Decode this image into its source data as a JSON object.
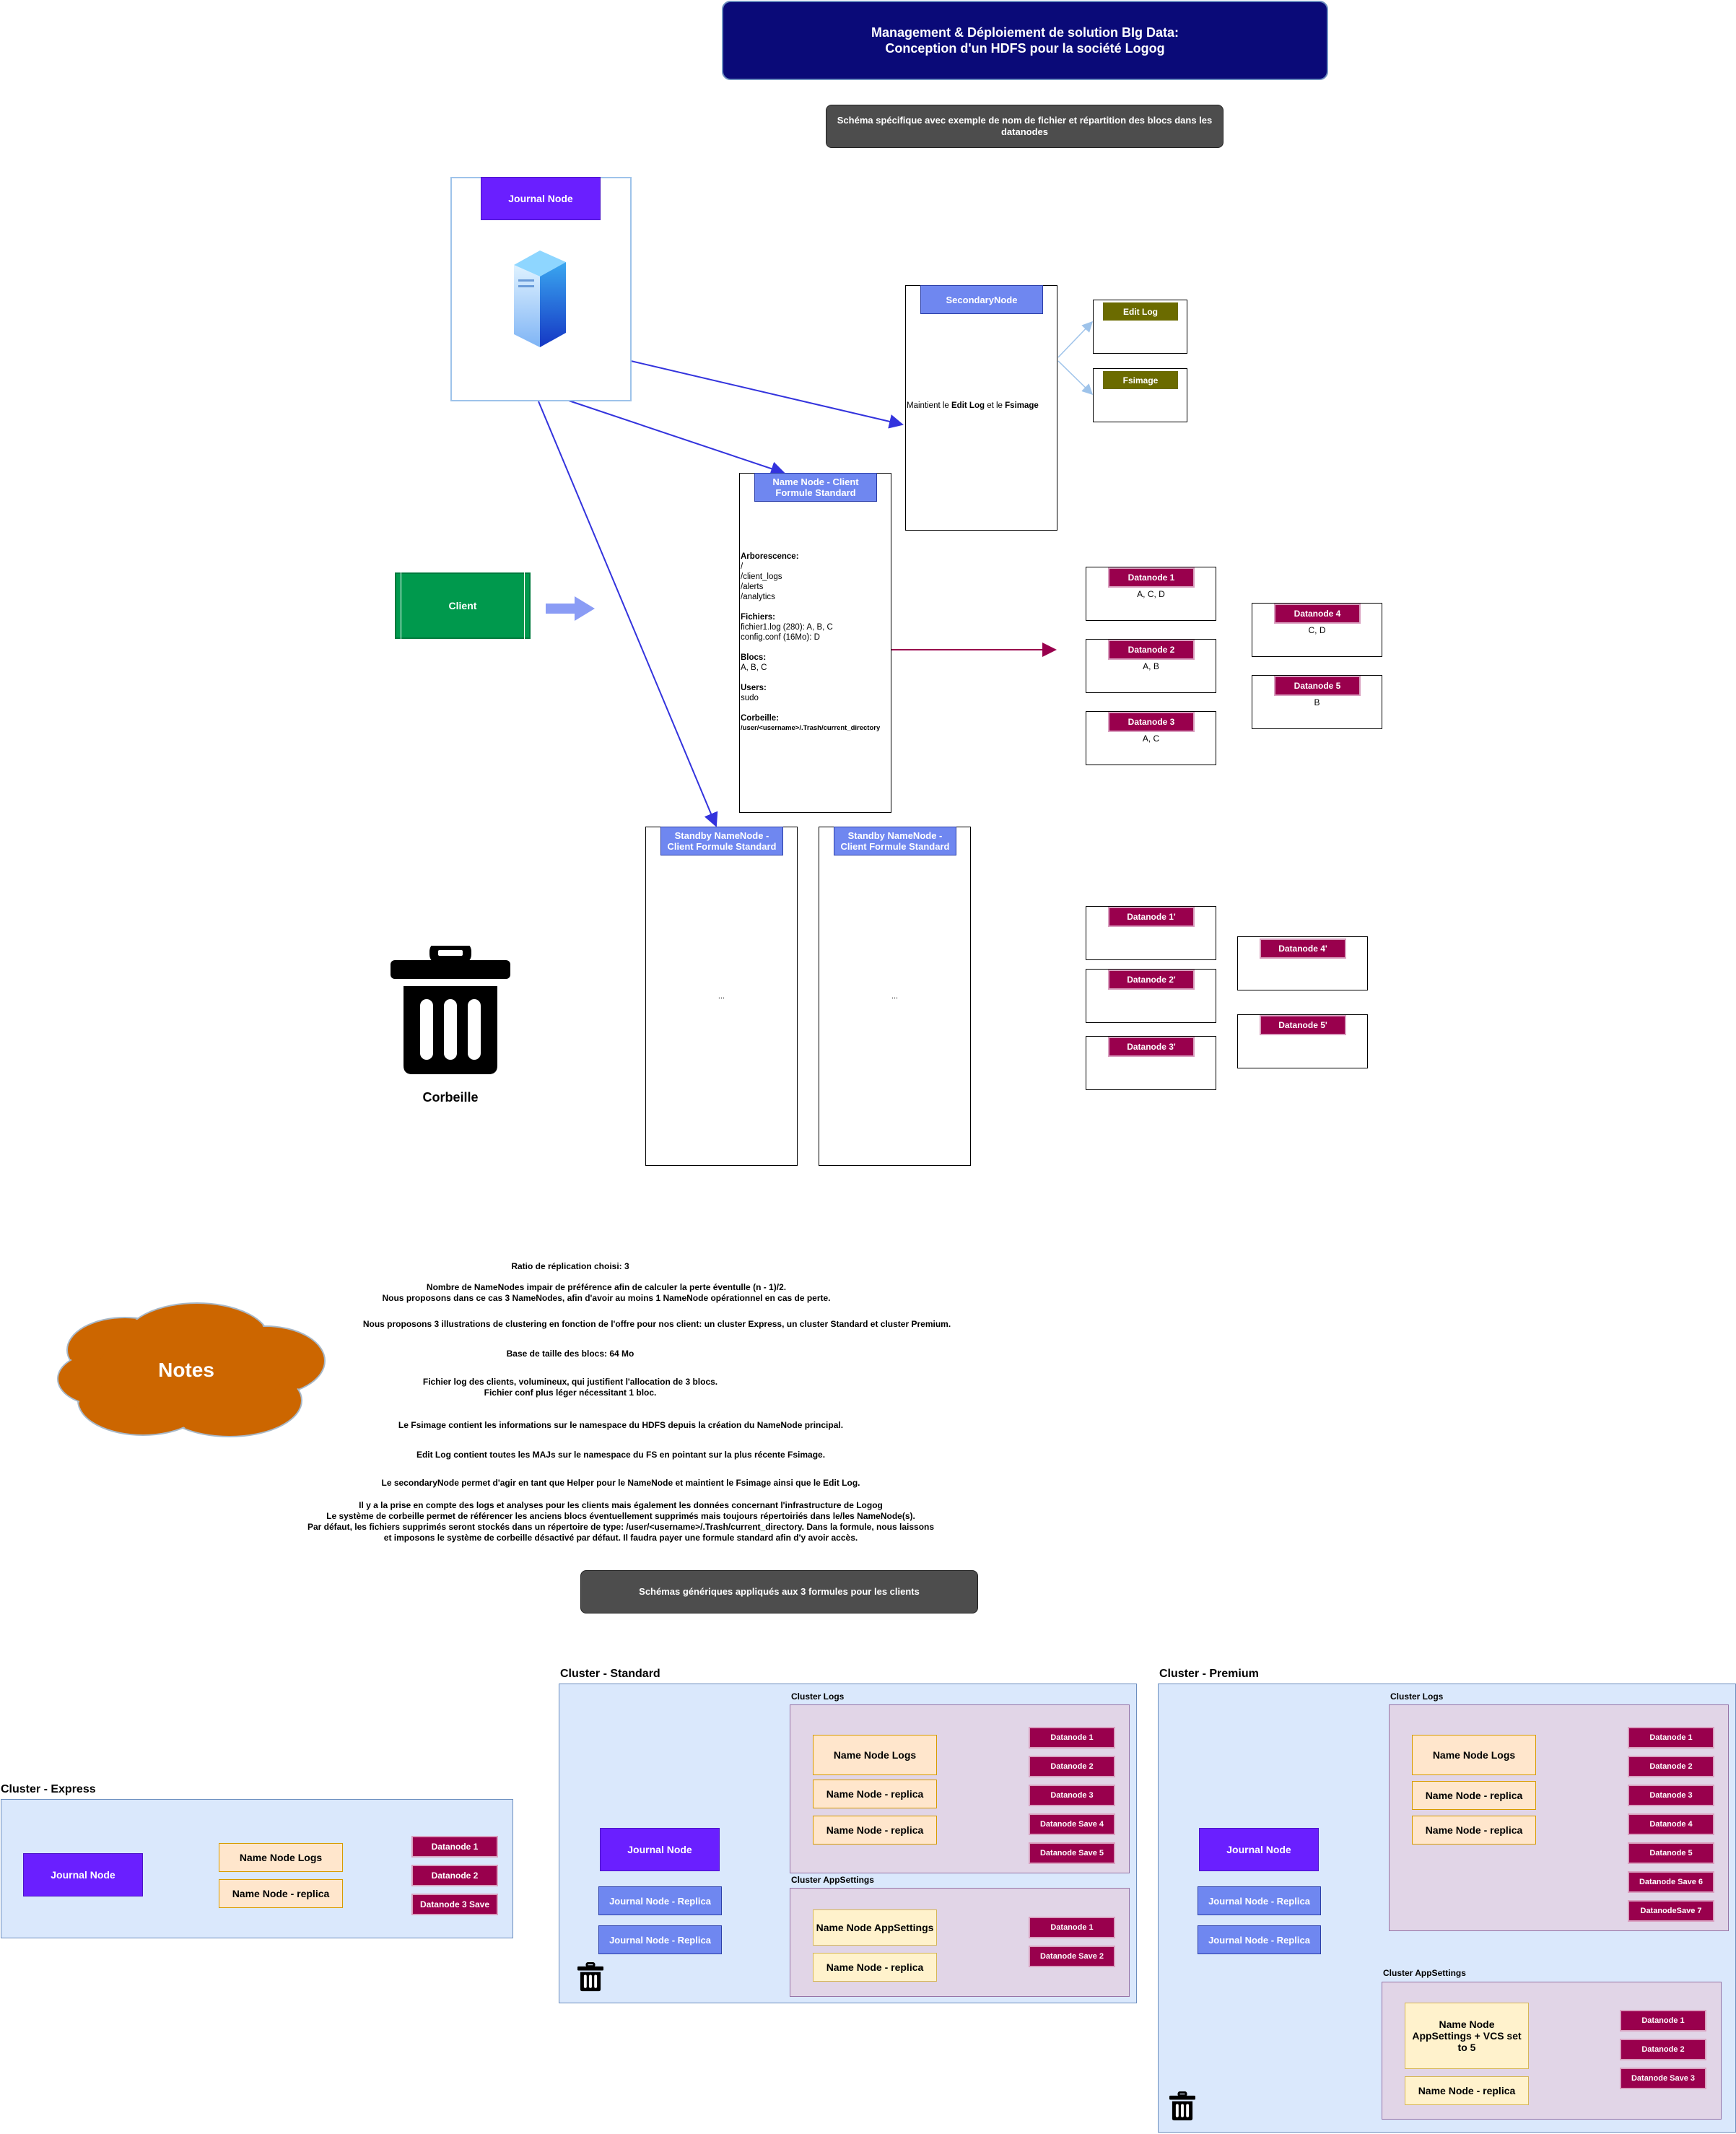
{
  "header": {
    "title_line1": "Management & Déploiement de solution BIg Data:",
    "title_line2": "Conception d'un HDFS pour la société Logog",
    "subtitle": "Schéma spécifique avec exemple de nom de fichier et répartition des blocs dans les datanodes"
  },
  "journal_node": {
    "label": "Journal Node",
    "icon": "server-icon"
  },
  "client": {
    "label": "Client"
  },
  "secondary_node": {
    "label": "SecondaryNode",
    "desc_pre": "Maintient le ",
    "desc_b1": "Edit Log",
    "desc_mid": " et le ",
    "desc_b2": "Fsimage"
  },
  "edit_log": {
    "label": "Edit Log"
  },
  "fsimage": {
    "label": "Fsimage"
  },
  "name_node": {
    "label": "Name Node - Client Formule Standard",
    "arbo_h": "Arborescence:",
    "arbo_body": "/\n    /client_logs\n        /alerts\n        /analytics",
    "files_h": "Fichiers:",
    "files_body": "fichier1.log (280): A, B, C\nconfig.conf (16Mo): D",
    "blocs_h": "Blocs:",
    "blocs_body": "A, B, C",
    "users_h": "Users:",
    "users_body": "sudo",
    "trash_h": "Corbeille:",
    "trash_body": "/user/<username>/.Trash/current_directory"
  },
  "datanodes": [
    {
      "label": "Datanode 1",
      "value": "A, C, D"
    },
    {
      "label": "Datanode 2",
      "value": "A, B"
    },
    {
      "label": "Datanode 3",
      "value": "A, C"
    },
    {
      "label": "Datanode 4",
      "value": "C, D"
    },
    {
      "label": "Datanode 5",
      "value": "B"
    }
  ],
  "standby": [
    {
      "label": "Standby NameNode - Client Formule Standard",
      "body": "..."
    },
    {
      "label": "Standby NameNode - Client Formule Standard",
      "body": "..."
    }
  ],
  "datanodes_prime": [
    "Datanode 1'",
    "Datanode 2'",
    "Datanode 3'",
    "Datanode 4'",
    "Datanode 5'"
  ],
  "corbeille": {
    "label": "Corbeille",
    "icon": "trash-icon"
  },
  "notes": {
    "cloud_label": "Notes",
    "lines": [
      "Ratio de réplication choisi: 3",
      "Nombre de NameNodes impair de préférence afin de calculer la perte éventulle (n - 1)/2.\nNous proposons dans ce cas 3 NameNodes, afin d'avoir au moins 1 NameNode opérationnel en cas de perte.",
      "Nous proposons 3 illustrations de clustering en fonction de l'offre pour nos client: un cluster Express, un cluster Standard et cluster Premium.",
      "Base de taille des blocs: 64 Mo",
      "Fichier log des clients, volumineux, qui justifient l'allocation de 3 blocs.\nFichier conf plus léger nécessitant 1 bloc.",
      "Le Fsimage contient les informations sur le namespace du HDFS depuis la création du NameNode principal.",
      "Edit Log contient toutes les MAJs sur le namespace du FS en pointant sur la plus récente Fsimage.",
      "Le secondaryNode permet d'agir en tant que Helper pour le NameNode et maintient le Fsimage ainsi que le Edit Log.",
      "Il y a la prise en compte des logs et analyses pour les clients mais également les données concernant l'infrastructure de Logog\nLe système de corbeille permet de référencer les anciens blocs éventuellement supprimés mais toujours répertoiriés dans le/les NameNode(s).\nPar défaut, les fichiers supprimés seront stockés dans un répertoire de type: /user/<username>/.Trash/current_directory. Dans la formule, nous laissons\net imposons le système de corbeille désactivé par défaut. Il faudra payer une formule standard afin d'y avoir accès."
    ]
  },
  "generic_header": "Schémas génériques appliqués aux 3 formules pour les clients",
  "express": {
    "title": "Cluster - Express",
    "journal": "Journal Node",
    "nn_logs": "Name Node Logs",
    "nn_replica": "Name Node - replica",
    "datanodes": [
      "Datanode 1",
      "Datanode 2",
      "Datanode 3 Save"
    ]
  },
  "standard": {
    "title": "Cluster - Standard",
    "journal": "Journal Node",
    "journal_replicas": [
      "Journal Node - Replica",
      "Journal Node - Replica"
    ],
    "logs": {
      "title": "Cluster Logs",
      "nn": "Name Node Logs",
      "replicas": [
        "Name Node - replica",
        "Name Node - replica"
      ],
      "datanodes": [
        "Datanode 1",
        "Datanode 2",
        "Datanode 3",
        "Datanode Save 4",
        "Datanode Save 5"
      ]
    },
    "app": {
      "title": "Cluster AppSettings",
      "nn": "Name Node AppSettings",
      "replica": "Name Node - replica",
      "datanodes": [
        "Datanode 1",
        "Datanode Save 2"
      ]
    }
  },
  "premium": {
    "title": "Cluster - Premium",
    "journal": "Journal Node",
    "journal_replicas": [
      "Journal Node - Replica",
      "Journal Node - Replica"
    ],
    "logs": {
      "title": "Cluster Logs",
      "nn": "Name Node Logs",
      "replicas": [
        "Name Node - replica",
        "Name Node - replica"
      ],
      "datanodes": [
        "Datanode 1",
        "Datanode 2",
        "Datanode 3",
        "Datanode 4",
        "Datanode 5",
        "Datanode Save 6",
        "DatanodeSave 7"
      ]
    },
    "app": {
      "title": "Cluster AppSettings",
      "nn": "Name Node AppSettings + VCS  set to 5",
      "replica": "Name Node - replica",
      "datanodes": [
        "Datanode 1",
        "Datanode 2",
        "Datanode Save 3"
      ]
    }
  },
  "colors": {
    "title_bg": "#0a0a78",
    "journal": "#6a1fff",
    "name_node": "#6f87f0",
    "datanode": "#99004d",
    "client": "#00994d",
    "notes_cloud": "#cc6600",
    "arrow_blue": "#3333dd",
    "arrow_maroon": "#99004d"
  }
}
